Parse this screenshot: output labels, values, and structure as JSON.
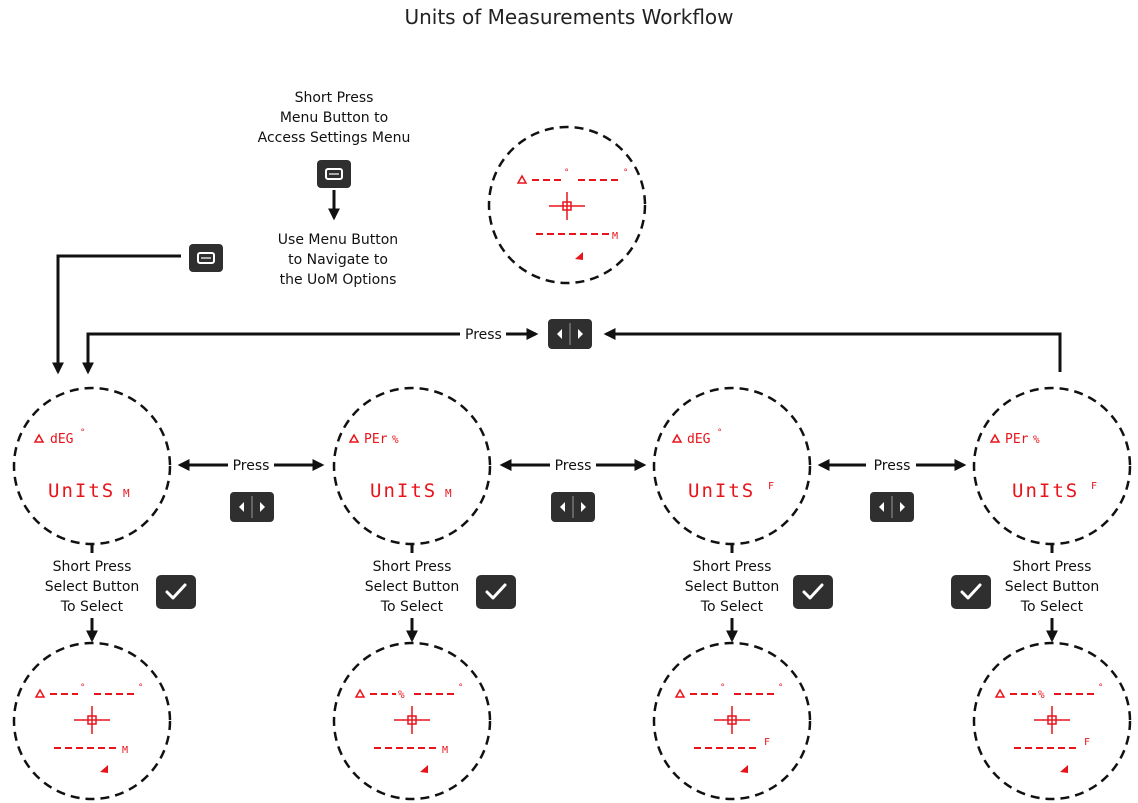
{
  "title": "Units of Measurements Workflow",
  "instructions": {
    "menu_access": [
      "Short Press",
      "Menu Button to",
      "Access Settings Menu"
    ],
    "menu_navigate": [
      "Use Menu Button",
      "to Navigate to",
      "the UoM Options"
    ],
    "press": "Press",
    "short_press_select": [
      "Short Press",
      "Select Button",
      "To Select"
    ]
  },
  "screens": {
    "top": {
      "range_unit": "M",
      "incline_unit": "°"
    },
    "units": [
      {
        "incline": "dEG",
        "incline_sup": "°",
        "units_label": "UnItS",
        "unit": "M"
      },
      {
        "incline": "PEr",
        "incline_sup": "%",
        "units_label": "UnItS",
        "unit": "M"
      },
      {
        "incline": "dEG",
        "incline_sup": "°",
        "units_label": "UnItS",
        "unit": "F"
      },
      {
        "incline": "PEr",
        "incline_sup": "%",
        "units_label": "UnItS",
        "unit": "F"
      }
    ],
    "results": [
      {
        "incline_unit": "°",
        "range_unit": "M"
      },
      {
        "incline_unit": "%",
        "range_unit": "M"
      },
      {
        "incline_unit": "°",
        "range_unit": "F"
      },
      {
        "incline_unit": "%",
        "range_unit": "F"
      }
    ]
  },
  "icons": {
    "menu_button": "menu-button-icon",
    "nav_buttons": "left-right-buttons-icon",
    "select_button": "checkmark-button-icon"
  },
  "colors": {
    "lcd": "#e8141b",
    "button": "#2f2f2f",
    "lines": "#111111"
  }
}
